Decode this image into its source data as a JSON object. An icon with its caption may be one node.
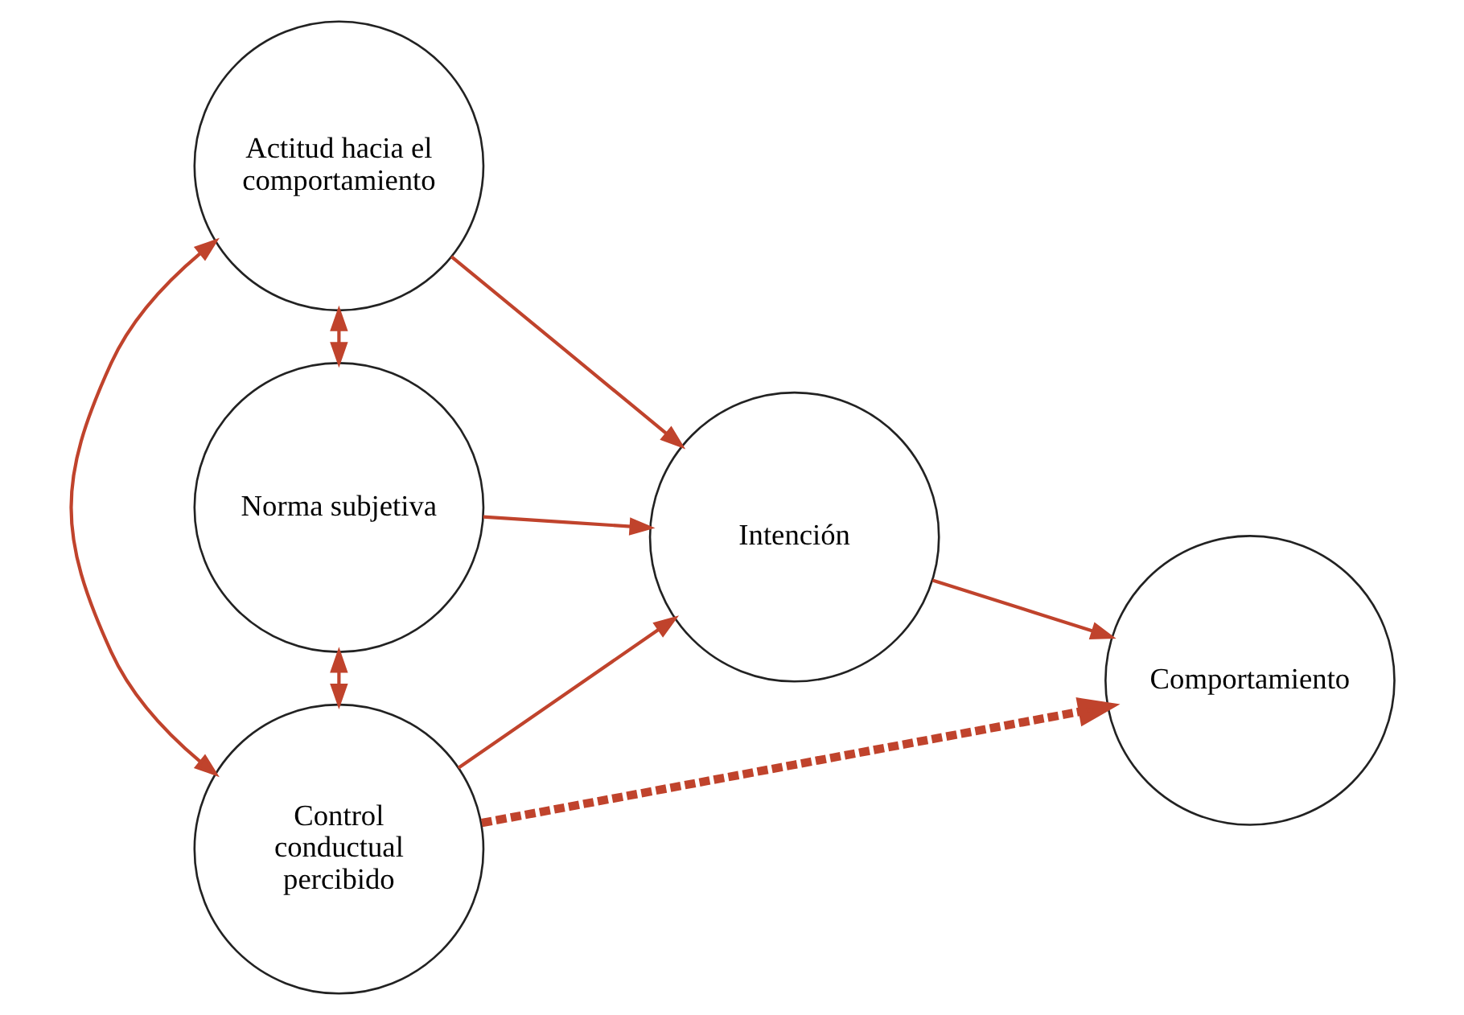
{
  "diagram": {
    "nodes": [
      {
        "text": [
          "Actitud hacia el comportamiento"
        ]
      },
      {
        "text": [
          "Norma subjetiva"
        ]
      },
      {
        "text": [
          "Control conductual percibido"
        ]
      },
      {
        "text": [
          "Intención"
        ]
      },
      {
        "text": [
          "Comportamiento"
        ]
      }
    ],
    "edges": [
      {
        "from": 0,
        "to": 3,
        "arrow": "to"
      },
      {
        "from": 1,
        "to": 3,
        "arrow": "to"
      },
      {
        "from": 2,
        "to": 3,
        "arrow": "to"
      },
      {
        "from": 3,
        "to": 4,
        "arrow": "to"
      },
      {
        "from": 2,
        "to": 4,
        "arrow": "to",
        "style": "dashed"
      },
      {
        "from": 0,
        "to": 1,
        "arrow": "both"
      },
      {
        "from": 1,
        "to": 2,
        "arrow": "both"
      },
      {
        "from": 0,
        "to": 2,
        "arrow": "both"
      }
    ]
  }
}
